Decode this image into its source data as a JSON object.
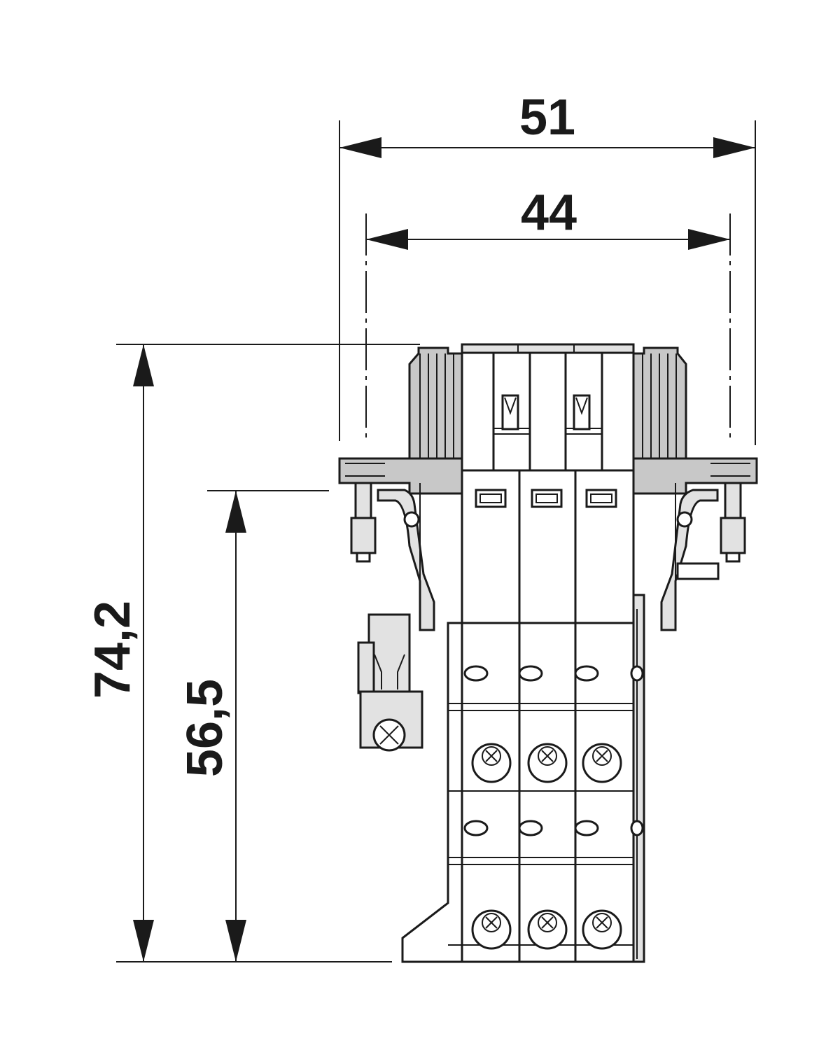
{
  "drawing": {
    "dimensions": {
      "overall_width": "51",
      "inner_width": "44",
      "total_height": "74,2",
      "mount_height": "56,5"
    },
    "colors": {
      "line": "#1a1a1a",
      "shade": "#c8c8c8",
      "light_shade": "#e2e2e2",
      "background": "#ffffff"
    }
  }
}
